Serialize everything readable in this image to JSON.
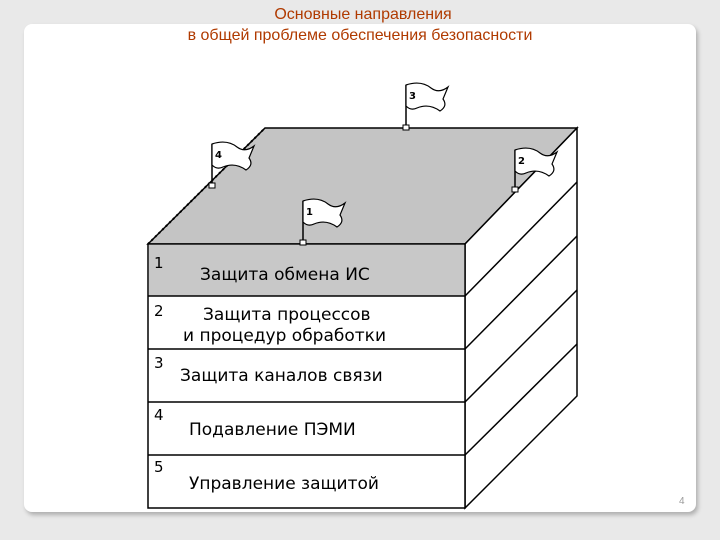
{
  "title": {
    "line1": "Основные направления",
    "line2": "в общей проблеме обеспечения безопасности"
  },
  "layers": [
    {
      "number": "1",
      "line1": "Защита обмена ИС",
      "line2": ""
    },
    {
      "number": "2",
      "line1": "Защита процессов",
      "line2": "и процедур обработки"
    },
    {
      "number": "3",
      "line1": "Защита каналов связи",
      "line2": ""
    },
    {
      "number": "4",
      "line1": "Подавление ПЭМИ",
      "line2": ""
    },
    {
      "number": "5",
      "line1": "Управление защитой",
      "line2": ""
    }
  ],
  "flags": [
    {
      "number": "1"
    },
    {
      "number": "2"
    },
    {
      "number": "3"
    },
    {
      "number": "4"
    }
  ],
  "page_number": "4",
  "colors": {
    "title": "#b03a00",
    "top_face": "#c4c4c4",
    "highlight_row": "#c8c8c8",
    "line": "#000000"
  }
}
